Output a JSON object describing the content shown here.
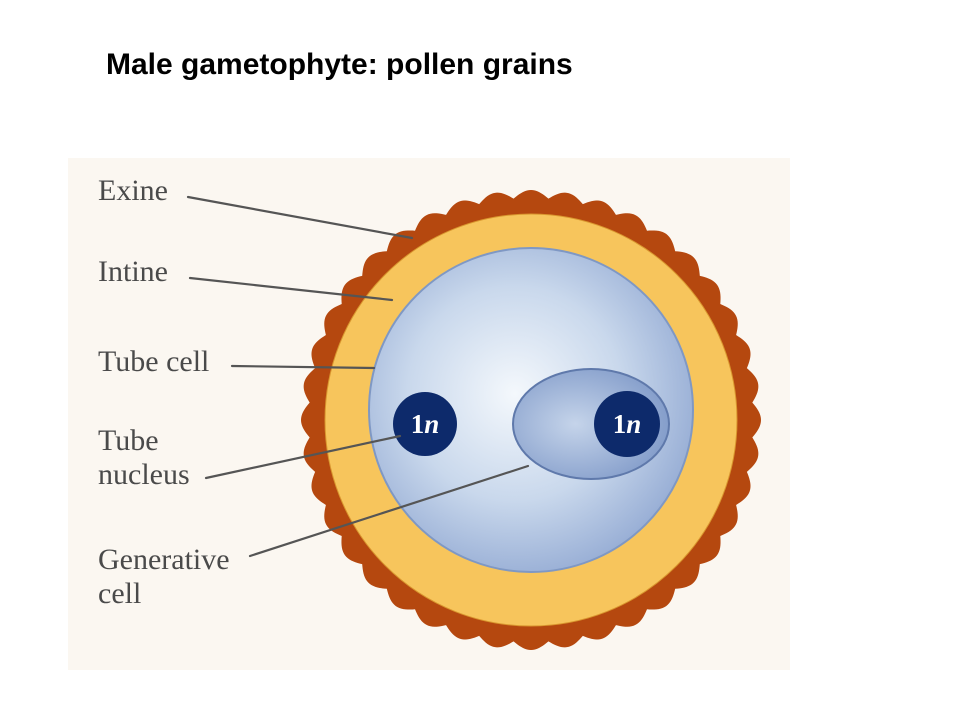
{
  "title": "Male gametophyte: pollen grains",
  "labels": {
    "exine": "Exine",
    "intine": "Intine",
    "tube_cell": "Tube cell",
    "tube_nucleus_line1": "Tube",
    "tube_nucleus_line2": "nucleus",
    "generative_cell_line1": "Generative",
    "generative_cell_line2": "cell"
  },
  "nucleus_ploidy": {
    "number": "1",
    "letter": "n"
  },
  "colors": {
    "exine": "#b5480f",
    "intine": "#f7c55c",
    "tube_cell_center": "#eaf1f9",
    "tube_cell_edge": "#96add4",
    "generative_cell": "#8aa3cf",
    "nucleus": "#0d2a6b",
    "leader_lines": "#555555"
  }
}
